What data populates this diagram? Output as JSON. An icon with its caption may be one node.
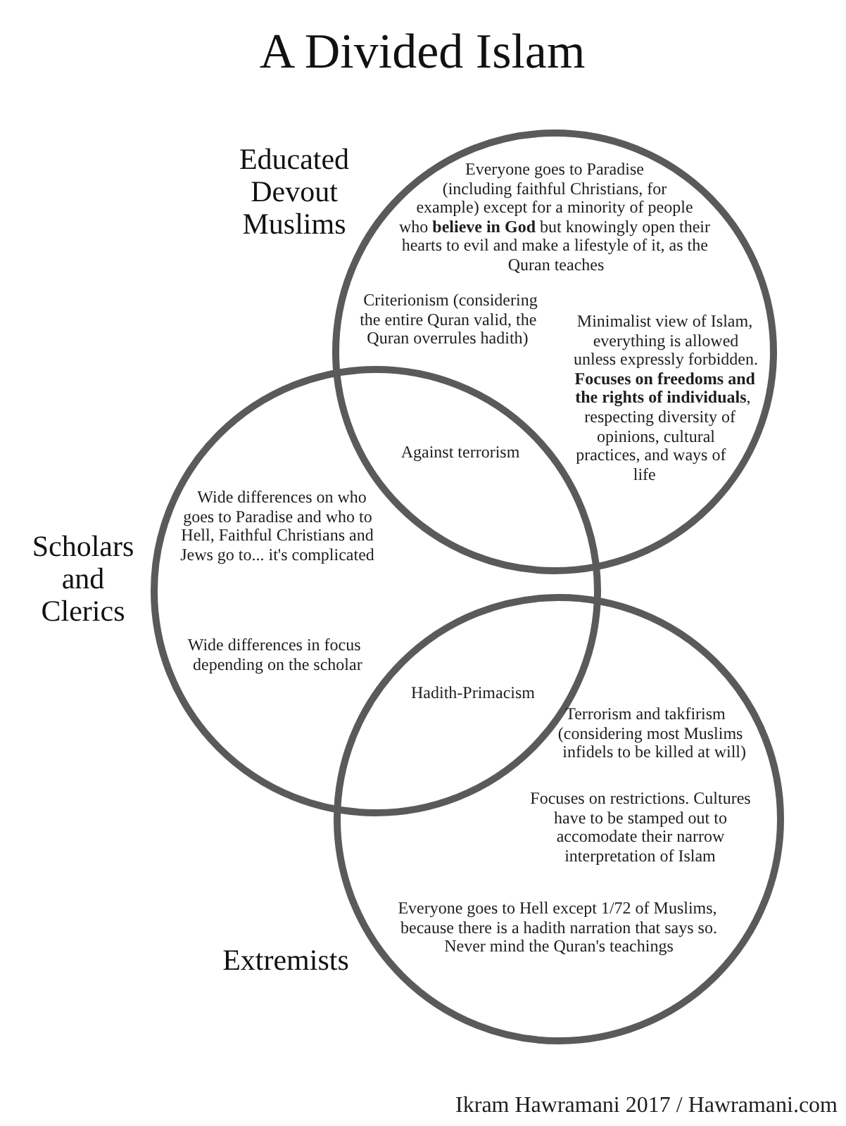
{
  "diagram": {
    "title": "A Divided Islam",
    "nodes": [
      {
        "text": [
          "Educated Devout Muslims",
          "Everyone goes to Paradise (including faithful Christians, for example) except for a minority of people who **believe in God** but knowingly open their hearts to evil and make a lifestyle of it, as the Quran teaches",
          "Criterionism (considering the entire Quran valid, the Quran overrules hadith)",
          "Minimalist view of Islam, everything is allowed unless expressly forbidden. **Focuses on freedoms and the rights of individuals**, respecting diversity of opinions, cultural practices, and ways of life"
        ]
      },
      {
        "text": [
          "Scholars and Clerics",
          "Wide differences on who goes to Paradise and who to Hell, Faithful Christians and Jews go to... it's complicated",
          "Wide differences in focus depending on the scholar"
        ]
      },
      {
        "text": [
          "Extremists",
          "Terrorism and takfirism (considering most Muslims infidels to be killed at will)",
          "Focuses on restrictions. Cultures have to be stamped out to accomodate their narrow interpretation of Islam",
          "Everyone goes to Hell except 1/72 of Muslims, because there is a hadith narration that says so. Never mind the Quran's teachings"
        ]
      }
    ],
    "labels": [
      "Against terrorism",
      "Hadith-Primacism",
      "Ikram Hawramani 2017 / Hawramani.com"
    ]
  }
}
